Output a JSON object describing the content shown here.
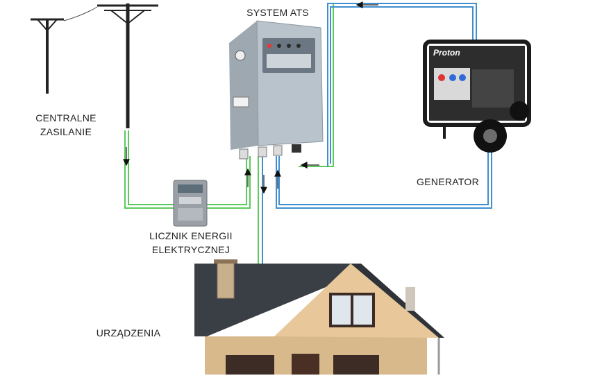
{
  "labels": {
    "ats": "SYSTEM ATS",
    "central_line1": "CENTRALNE",
    "central_line2": "ZASILANIE",
    "generator": "GENERATOR",
    "meter_line1": "LICZNIK ENERGII",
    "meter_line2": "ELEKTRYCZNEJ",
    "devices": "URZĄDZENIA"
  },
  "generator_brand": "Proton",
  "colors": {
    "wire_green": "#5cc95c",
    "wire_blue": "#3f8fd0",
    "ats_body": "#b9c3cc",
    "roof": "#3a3f45",
    "wall": "#d8b98c"
  }
}
